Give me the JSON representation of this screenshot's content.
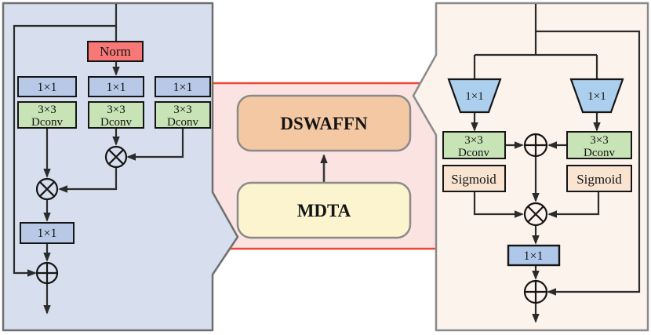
{
  "figure": {
    "type": "neural-architecture-diagram",
    "labels": {
      "norm": "Norm",
      "conv_1x1": "1×1",
      "dconv_line1": "3×3",
      "dconv_line2": "Dconv",
      "sigmoid": "Sigmoid",
      "dswaffn": "DSWAFFN",
      "mdta": "MDTA"
    },
    "colors": {
      "left_panel_bg": "#d7dfee",
      "left_panel_border": "#6f6f6f",
      "right_panel_bg": "#fcf3ec",
      "right_panel_border": "#8a8a8a",
      "band_bg": "#fbe3e1",
      "band_line": "#ef4438",
      "norm_fill": "#f87878",
      "conv_1x1_fill": "#b7c9e6",
      "dconv_fill": "#c8e4b6",
      "trapezoid_fill": "#abcfec",
      "sigmoid_fill": "#f9e4d2",
      "conv_1x1_right_fill": "#afc8ea",
      "dswaffn_fill": "#f5c8a4",
      "mdta_fill": "#fcf3cf",
      "rounded_box_border": "#8a8a8a",
      "box_border": "#151515",
      "flow_line": "#2b2b2b"
    }
  }
}
